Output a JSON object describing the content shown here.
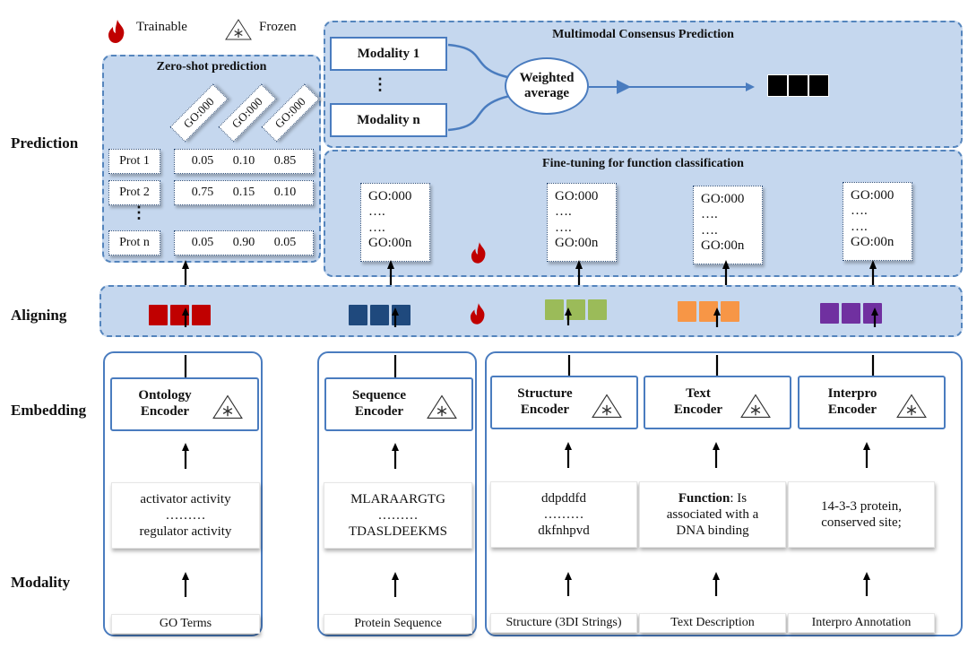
{
  "legend": {
    "trainable_label": "Trainable",
    "frozen_label": "Frozen",
    "trainable_icon": "flame-icon",
    "frozen_icon": "snowflake-triangle-icon"
  },
  "row_labels": {
    "prediction": "Prediction",
    "aligning": "Aligning",
    "embedding": "Embedding",
    "modality": "Modality"
  },
  "zero_shot": {
    "title": "Zero-shot prediction",
    "go_headers": [
      "GO:000",
      "GO:000",
      "GO:000"
    ],
    "rows": [
      {
        "label": "Prot 1",
        "values": [
          "0.05",
          "0.10",
          "0.85"
        ]
      },
      {
        "label": "Prot 2",
        "values": [
          "0.75",
          "0.15",
          "0.10"
        ]
      },
      {
        "label": "Prot n",
        "values": [
          "0.05",
          "0.90",
          "0.05"
        ]
      }
    ],
    "ellipsis": "⋮"
  },
  "consensus": {
    "title": "Multimodal Consensus Prediction",
    "modality_first": "Modality  1",
    "modality_last": "Modality n",
    "ellipsis": "⋮",
    "weighted_line1": "Weighted",
    "weighted_line2": "average",
    "output_color": "#000000"
  },
  "finetune": {
    "title": "Fine-tuning for function classification",
    "go_list": {
      "first": "GO:000",
      "dots1": "….",
      "dots2": "….",
      "last": "GO:00n"
    }
  },
  "colors": {
    "ontology": "#c00000",
    "sequence": "#1f497d",
    "structure": "#9bbb59",
    "text": "#f79646",
    "interpro": "#7030a0",
    "flame": "#c00000",
    "panel_bg": "#c5d7ee",
    "panel_border": "#5585bd"
  },
  "encoders": [
    {
      "line1": "Ontology",
      "line2": "Encoder"
    },
    {
      "line1": "Sequence",
      "line2": "Encoder"
    },
    {
      "line1": "Structure",
      "line2": "Encoder"
    },
    {
      "line1": "Text",
      "line2": "Encoder"
    },
    {
      "line1": "Interpro",
      "line2": "Encoder"
    }
  ],
  "examples": {
    "ontology": {
      "line1": "activator activity",
      "dots": "………",
      "line2": "regulator activity"
    },
    "sequence": {
      "line1": "MLARAARGTG",
      "dots": "………",
      "line2": "TDASLDEEKMS"
    },
    "structure": {
      "line1": "ddpddfd",
      "dots": "………",
      "line2": "dkfnhpvd"
    },
    "text": {
      "bold": "Function",
      "rest1": ": Is",
      "line2": "associated with a",
      "line3": "DNA binding"
    },
    "interpro": {
      "line1": "14-3-3 protein,",
      "line2": "conserved site;"
    }
  },
  "modalities": [
    "GO Terms",
    "Protein Sequence",
    "Structure (3DI Strings)",
    "Text Description",
    "Interpro Annotation"
  ]
}
